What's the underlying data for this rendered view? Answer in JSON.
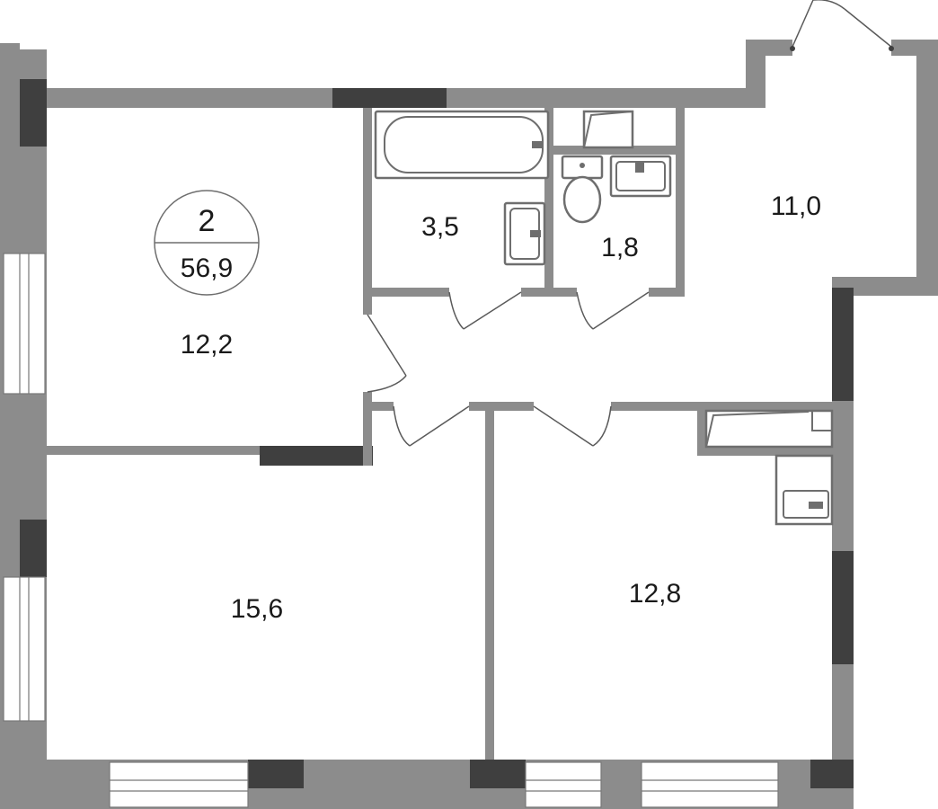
{
  "apartment": {
    "rooms_count": "2",
    "total_area": "56,9"
  },
  "rooms": [
    {
      "id": "bedroom",
      "area": "12,2"
    },
    {
      "id": "bathroom",
      "area": "3,5"
    },
    {
      "id": "toilet",
      "area": "1,8"
    },
    {
      "id": "hall",
      "area": "11,0"
    },
    {
      "id": "living-room",
      "area": "15,6"
    },
    {
      "id": "kitchen",
      "area": "12,8"
    }
  ],
  "colors": {
    "wall": "#8c8c8c",
    "wall_dark": "#3f3f3f",
    "fixture_stroke": "#6e6e6e",
    "background": "#ffffff"
  }
}
